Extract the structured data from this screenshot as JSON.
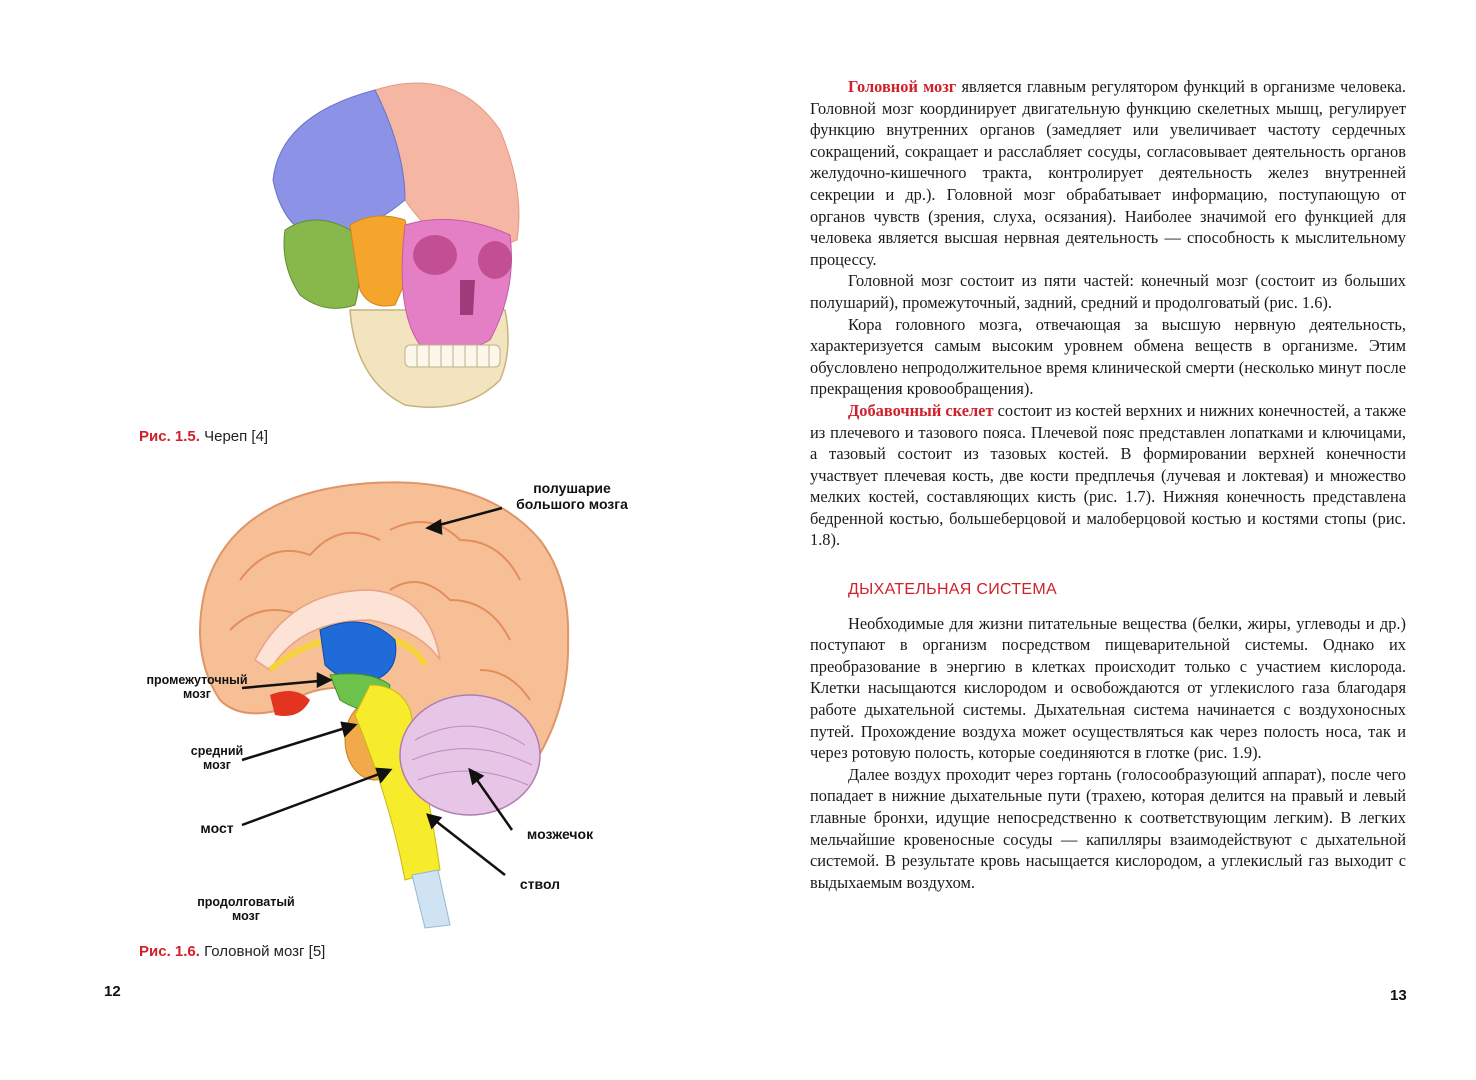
{
  "left_page": {
    "page_number": "12",
    "figure_skull": {
      "caption_number": "Рис. 1.5.",
      "caption_text": "Череп [4]"
    },
    "figure_brain": {
      "caption_number": "Рис. 1.6.",
      "caption_text": "Головной мозг [5]",
      "labels": {
        "hemisphere_line1": "полушарие",
        "hemisphere_line2": "большого мозга",
        "diencephalon_line1": "промежуточный",
        "diencephalon_line2": "мозг",
        "midbrain_line1": "средний",
        "midbrain_line2": "мозг",
        "pons": "мост",
        "cerebellum": "мозжечок",
        "stem": "ствол",
        "medulla_line1": "продолговатый",
        "medulla_line2": "мозг"
      }
    }
  },
  "right_page": {
    "page_number": "13",
    "para1_term": "Головной мозг",
    "para1_text": " является главным регулятором функций в организме человека. Головной мозг координирует двигательную функцию скелетных мышц, регулирует функцию внутренних органов (замедляет или увеличивает частоту сердечных сокращений, сокращает и расслабляет сосуды, согласовывает деятельность органов желудочно-кишечного тракта, контролирует деятельность желез внутренней секреции и др.). Головной мозг обрабатывает информацию, поступающую от органов чувств (зрения, слуха, осязания). Наиболее значимой его функцией для человека является высшая нервная деятельность — способность к мыслительному процессу.",
    "para2": "Головной мозг состоит из пяти частей: конечный мозг (состоит из больших полушарий), промежуточный, задний, средний и продолговатый (рис. 1.6).",
    "para3": "Кора головного мозга, отвечающая за высшую нервную деятельность, характеризуется самым высоким уровнем обмена веществ в организме. Этим обусловлено непродолжительное время клинической смерти (несколько минут после прекращения кровообращения).",
    "para4_term": "Добавочный скелет",
    "para4_text": " состоит из костей верхних и нижних конечностей, а также из плечевого и тазового пояса. Плечевой пояс представлен лопатками и ключицами, а тазовый состоит из тазовых костей. В формировании верхней конечности участвует плечевая кость, две кости предплечья (лучевая и локтевая) и множество мелких костей, составляющих кисть (рис. 1.7). Нижняя конечность представлена бедренной костью, большеберцовой и малоберцовой костью и костями стопы (рис. 1.8).",
    "section_heading": "ДЫХАТЕЛЬНАЯ СИСТЕМА",
    "para5": "Необходимые для жизни питательные вещества (белки, жиры, углеводы и др.) поступают в организм посредством пищеварительной системы. Однако их преобразование в энергию в клетках происходит только с участием кислорода. Клетки насыщаются кислородом и освобождаются от углекислого газа благодаря работе дыхательной системы. Дыхательная система начинается с воздухоносных путей. Прохождение воздуха может осуществляться как через полость носа, так и через ротовую полость, которые соединяются в глотке (рис. 1.9).",
    "para6": "Далее воздух проходит через гортань (голосообразующий аппарат), после чего попадает в нижние дыхательные пути (трахею, которая делится на правый и левый главные бронхи, идущие непосредственно к соответствующим легким). В легких мельчайшие кровеносные сосуды — капилляры взаимодействуют с дыхательной системой. В результате кровь насыщается кислородом, а углекислый газ выходит с выдыхаемым воздухом."
  }
}
